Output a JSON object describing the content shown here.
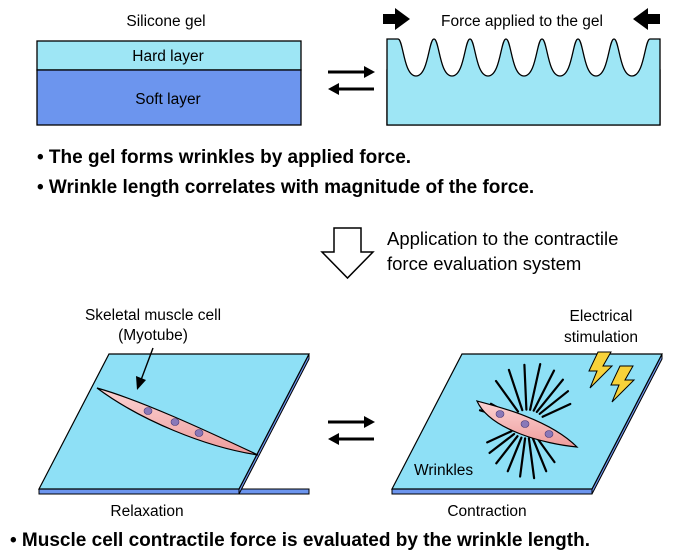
{
  "top": {
    "left_title": "Silicone gel",
    "hard_layer": "Hard layer",
    "soft_layer": "Soft layer",
    "right_title": "Force applied to the gel"
  },
  "bullets_top": [
    "• The gel forms wrinkles by applied force.",
    "• Wrinkle length correlates with magnitude of the force."
  ],
  "application": {
    "line1": "Application to the contractile",
    "line2": "force evaluation system"
  },
  "bottom": {
    "cell_label_line1": "Skeletal muscle cell",
    "cell_label_line2": "(Myotube)",
    "stim_line1": "Electrical",
    "stim_line2": "stimulation",
    "wrinkles": "Wrinkles",
    "relaxation": "Relaxation",
    "contraction": "Contraction"
  },
  "bullet_bottom": "• Muscle cell contractile force is evaluated by the wrinkle length.",
  "colors": {
    "hard_layer": "#9ee6f5",
    "soft_layer": "#6c95ee",
    "substrate": "#8ee0f6",
    "cell_fill": "#f4b0b0",
    "nucleus": "#8a78b8",
    "lightning": "#f7d23a"
  },
  "icons": [
    "double-arrow-icon",
    "push-arrow-icon",
    "down-arrow-icon",
    "lightning-icon"
  ]
}
